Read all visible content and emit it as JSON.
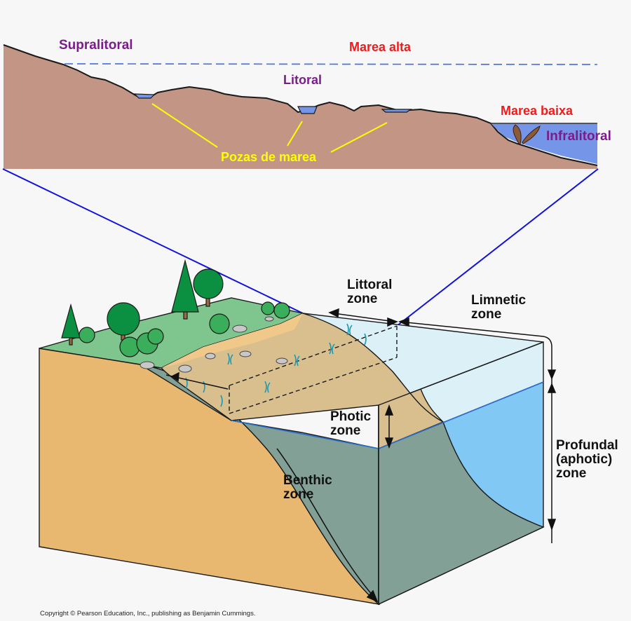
{
  "top_panel": {
    "labels": {
      "supralitoral": "Supralitoral",
      "marea_alta": "Marea alta",
      "litoral": "Litoral",
      "marea_baixa": "Marea baixa",
      "infralitoral": "Infralitoral",
      "pozas_de_marea": "Pozas de marea"
    },
    "colors": {
      "rock": "#c39585",
      "water": "#7595e8",
      "high_tide_line": "#3b6cf0",
      "pointer": "#ffff00",
      "zone_label": "#7a1d8a",
      "tide_label": "#ee1c1c"
    }
  },
  "block_diagram": {
    "labels": {
      "littoral_zone": "Littoral\nzone",
      "limnetic_zone": "Limnetic\nzone",
      "photic_zone": "Photic\nzone",
      "benthic_zone": "Benthic\nzone",
      "profundal_zone": "Profundal\n(aphotic)\nzone"
    },
    "colors": {
      "soil": "#e8b870",
      "grass": "#7ec68e",
      "shore": "#d9bf8e",
      "photic_water": "#dcf0f8",
      "aphotic_water": "#82c8f5",
      "benthic": "#82a096",
      "connector": "#1010e0"
    }
  },
  "copyright": "Copyright © Pearson Education, Inc., publishing as Benjamin Cummings."
}
